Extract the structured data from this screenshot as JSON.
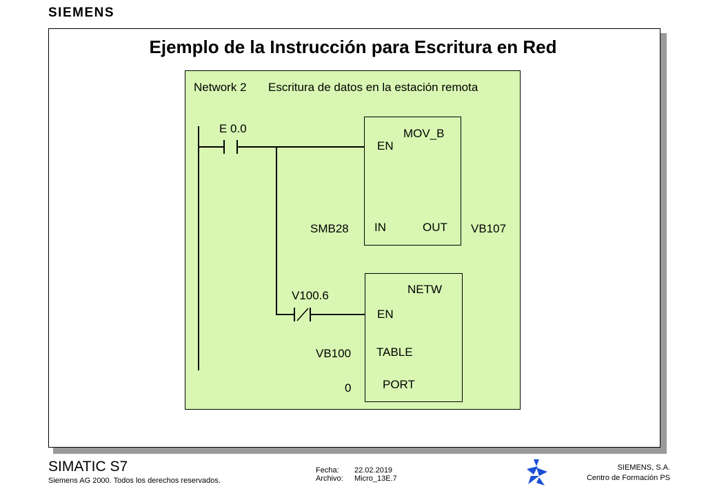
{
  "header": {
    "logo_text": "SIEMENS"
  },
  "slide": {
    "title": "Ejemplo de la Instrucción para Escritura en Red"
  },
  "network": {
    "name": "Network 2",
    "description": "Escritura de datos en la estación remota",
    "contact_1": "E 0.0",
    "contact_2": "V100.6",
    "mov_b": {
      "name": "MOV_B",
      "en": "EN",
      "in": "IN",
      "out": "OUT",
      "in_operand": "SMB28",
      "out_operand": "VB107"
    },
    "netw": {
      "name": "NETW",
      "en": "EN",
      "table": "TABLE",
      "port": "PORT",
      "table_operand": "VB100",
      "port_operand": "0"
    }
  },
  "footer": {
    "product": "SIMATIC S7",
    "copyright": "Siemens AG 2000. Todos los derechos reservados.",
    "fecha_label": "Fecha:",
    "fecha_value": "22.02.2019",
    "archivo_label": "Archivo:",
    "archivo_value": "Micro_13E.7",
    "company_line1": "SIEMENS, S.A.",
    "company_line2": "Centro de Formación PS"
  },
  "colors": {
    "panel_bg": "#d9f7b3",
    "logo_blue": "#1a4fd6"
  }
}
